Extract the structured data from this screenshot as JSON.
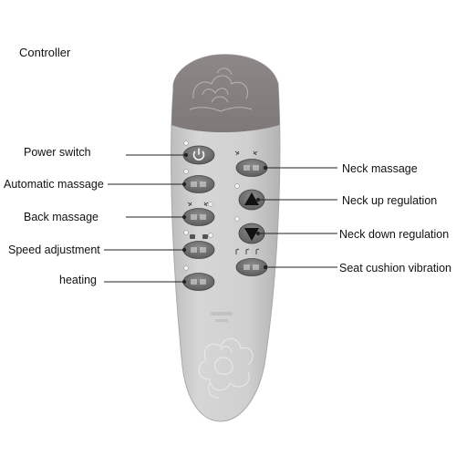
{
  "title": "Controller",
  "labels": {
    "power_switch": "Power switch",
    "automatic_massage": "Automatic massage",
    "back_massage": "Back massage",
    "speed_adjustment": "Speed adjustment",
    "heating": "heating",
    "neck_massage": "Neck massage",
    "neck_up_regulation": "Neck up regulation",
    "neck_down_regulation": "Neck down regulation",
    "seat_cushion_vibration": "Seat cushion vibration"
  },
  "icons": {
    "power": "power-icon",
    "up": "up-arrow-icon",
    "down": "down-arrow-icon"
  },
  "colors": {
    "remote_body": "#cfcfcf",
    "remote_top": "#8a8585",
    "button": "#6f6f6f",
    "leader_line": "#222222"
  }
}
